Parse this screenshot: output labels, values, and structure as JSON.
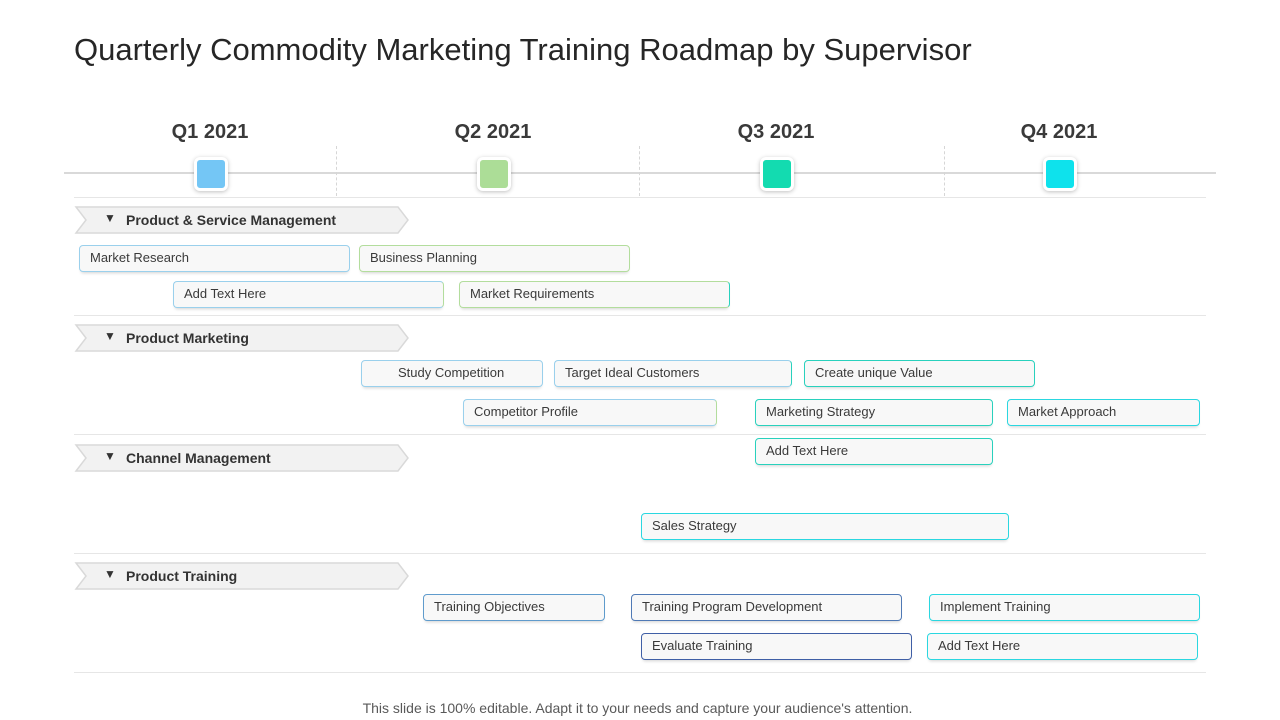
{
  "title": "Quarterly Commodity Marketing Training Roadmap by Supervisor",
  "quarters": [
    {
      "label": "Q1 2021",
      "color": "#74c6f5"
    },
    {
      "label": "Q2 2021",
      "color": "#acdd97"
    },
    {
      "label": "Q3 2021",
      "color": "#13dbb0"
    },
    {
      "label": "Q4 2021",
      "color": "#0ee2ec"
    }
  ],
  "sections": [
    {
      "label": "Product & Service Management",
      "tasks": [
        {
          "label": "Market Research"
        },
        {
          "label": "Business Planning"
        },
        {
          "label": "Add Text Here"
        },
        {
          "label": "Market Requirements"
        }
      ]
    },
    {
      "label": "Product Marketing",
      "tasks": [
        {
          "label": "Study Competition"
        },
        {
          "label": "Target Ideal Customers"
        },
        {
          "label": "Create unique Value"
        },
        {
          "label": "Competitor Profile"
        },
        {
          "label": "Marketing Strategy"
        },
        {
          "label": "Market Approach"
        }
      ]
    },
    {
      "label": "Channel Management",
      "tasks": [
        {
          "label": "Add Text Here"
        },
        {
          "label": "Sales Strategy"
        }
      ]
    },
    {
      "label": "Product Training",
      "tasks": [
        {
          "label": "Training  Objectives"
        },
        {
          "label": "Training  Program Development"
        },
        {
          "label": "Implement  Training"
        },
        {
          "label": "Evaluate Training"
        },
        {
          "label": "Add Text Here"
        }
      ]
    }
  ],
  "footer": "This slide is 100% editable. Adapt it to your needs and capture your audience's attention."
}
